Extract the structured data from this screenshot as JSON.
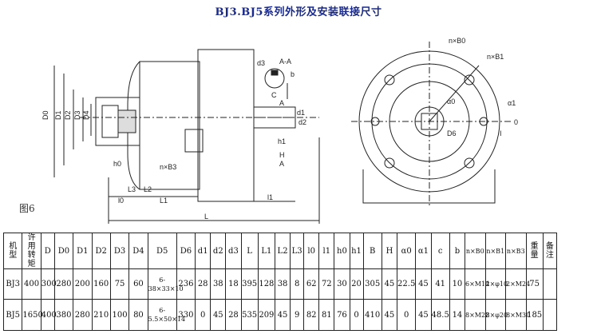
{
  "title": "BJ3.BJ5系列外形及安装联接尺寸",
  "figure_label": "图6",
  "drawing_labels": {
    "D0": "D0",
    "D1": "D1",
    "D2": "D2",
    "D3": "D3",
    "D4": "D4",
    "h0": "h0",
    "nB3": "n×B3",
    "L3": "L3",
    "L2": "L2",
    "L1": "L1",
    "l0": "l0",
    "l1": "l1",
    "L": "L",
    "d3": "d3",
    "AA": "A-A",
    "C": "C",
    "b": "b",
    "A_top": "A",
    "A_bot": "A",
    "h1": "h1",
    "H": "H",
    "nB0": "n×B0",
    "nB1": "n×B1",
    "alpha0": "α0",
    "alpha1": "α1",
    "D6": "D6",
    "zero": "0",
    "I": "I",
    "d2": "d2",
    "d1": "d1"
  },
  "table": {
    "header": [
      "机型",
      "许用转矩",
      "D",
      "D0",
      "D1",
      "D2",
      "D3",
      "D4",
      "D5",
      "D6",
      "d1",
      "d2",
      "d3",
      "L",
      "L1",
      "L2",
      "L3",
      "l0",
      "l1",
      "h0",
      "h1",
      "B",
      "H",
      "α0",
      "α1",
      "c",
      "b",
      "n×B0",
      "n×B1",
      "n×B3",
      "重量",
      "备注"
    ],
    "rows": [
      [
        "BJ3",
        "400",
        "300",
        "280",
        "200",
        "160",
        "75",
        "60",
        "6-38×33×10",
        "236",
        "28",
        "38",
        "18",
        "395",
        "128",
        "38",
        "8",
        "62",
        "72",
        "30",
        "20",
        "305",
        "45",
        "22.5",
        "45",
        "41",
        "10",
        "6×M14",
        "2×φ10",
        "2×M24",
        "75",
        ""
      ],
      [
        "BJ5",
        "1650",
        "400",
        "380",
        "280",
        "210",
        "100",
        "80",
        "6-5.5×50×14",
        "330",
        "0",
        "45",
        "28",
        "535",
        "209",
        "45",
        "9",
        "82",
        "81",
        "76",
        "0",
        "410",
        "45",
        "0",
        "45",
        "48.5",
        "14",
        "8×M22",
        "8×φ20",
        "8×M30",
        "185",
        ""
      ]
    ]
  }
}
